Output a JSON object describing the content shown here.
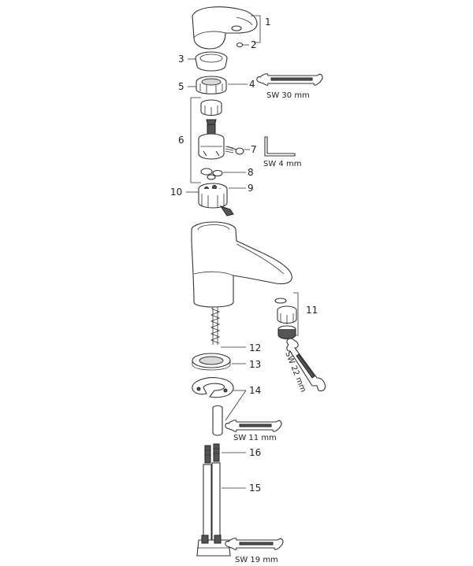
{
  "callouts": {
    "p1": "1",
    "p2": "2",
    "p3": "3",
    "p4": "4",
    "p5": "5",
    "p6": "6",
    "p7": "7",
    "p8": "8",
    "p9": "9",
    "p10": "10",
    "p11": "11",
    "p12": "12",
    "p13": "13",
    "p14": "14",
    "p15": "15",
    "p16": "16"
  },
  "tools": {
    "sw30": "SW 30 mm",
    "sw4": "SW 4 mm",
    "sw22": "SW 22 mm",
    "sw11": "SW 11 mm",
    "sw19": "SW 19 mm"
  }
}
